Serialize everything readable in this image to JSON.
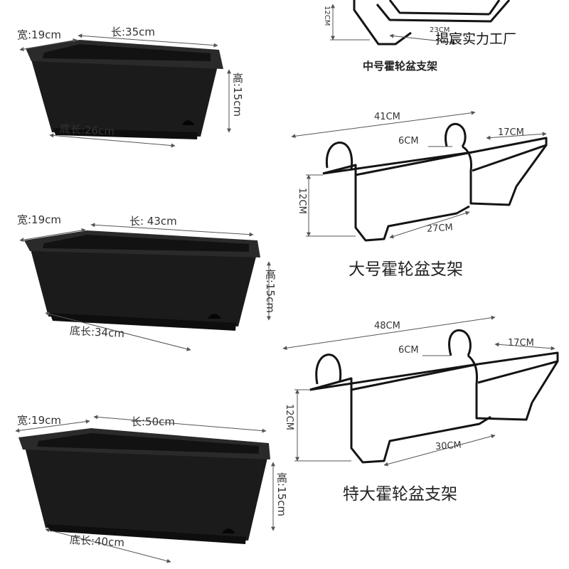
{
  "brand": "揭宸实力工厂",
  "colors": {
    "planter": "#1e1e1e",
    "rim": "#2c2c2c",
    "rack": "#141414",
    "dimension": "#555555"
  },
  "planters": [
    {
      "width": "宽:19cm",
      "length": "长:35cm",
      "height": "高:15cm",
      "base": "底长:26cm"
    },
    {
      "width": "宽:19cm",
      "length": "长:  43cm",
      "height": "高:15cm",
      "base": "底长:34cm"
    },
    {
      "width": "宽:19cm",
      "length": "长:50cm",
      "height": "高:15cm",
      "base": "底长:40cm"
    }
  ],
  "racks": [
    {
      "caption": "中号霍轮盆支架",
      "height": "12CM",
      "length": "23CM"
    },
    {
      "caption": "大号霍轮盆支架",
      "top": "41CM",
      "hook": "6CM",
      "depth": "17CM",
      "height": "12CM",
      "bottom": "27CM"
    },
    {
      "caption": "特大霍轮盆支架",
      "top": "48CM",
      "hook": "6CM",
      "depth": "17CM",
      "height": "12CM",
      "bottom": "30CM"
    }
  ]
}
